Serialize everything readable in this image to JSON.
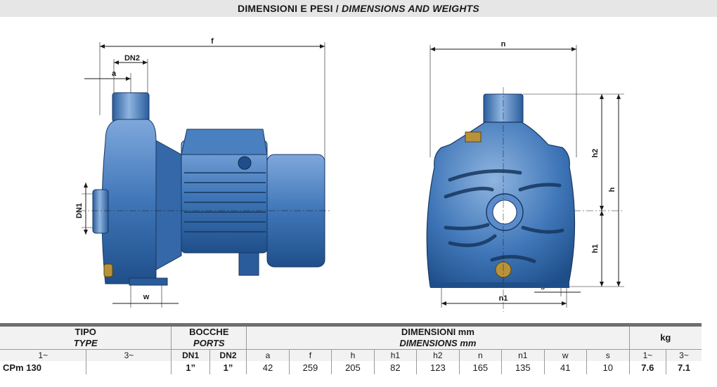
{
  "title": {
    "it": "DIMENSIONI E PESI",
    "sep": " / ",
    "en": "DIMENSIONS AND WEIGHTS"
  },
  "drawing": {
    "side_labels": {
      "f": "f",
      "dn2": "DN2",
      "a": "a",
      "dn1": "DN1",
      "w": "w"
    },
    "front_labels": {
      "n": "n",
      "h2": "h2",
      "h": "h",
      "h1": "h1",
      "s": "s",
      "n1": "n1"
    },
    "colors": {
      "pump_blue": "#3f76b8",
      "pump_dark": "#1f4f8a",
      "pump_light": "#8fb5e0"
    }
  },
  "table": {
    "groups": {
      "tipo": "TIPO",
      "type": "TYPE",
      "bocche": "BOCCHE",
      "ports": "PORTS",
      "dimensioni": "DIMENSIONI mm",
      "dimensions": "DIMENSIONS mm",
      "kg": "kg"
    },
    "sub": {
      "phase1": "1~",
      "phase3": "3~",
      "dn1": "DN1",
      "dn2": "DN2",
      "dims": [
        "a",
        "f",
        "h",
        "h1",
        "h2",
        "n",
        "n1",
        "w",
        "s"
      ],
      "kg1": "1~",
      "kg3": "3~"
    },
    "row": {
      "model": "CPm 130",
      "model3": "",
      "dn1": "1”",
      "dn2": "1”",
      "dims": [
        "42",
        "259",
        "205",
        "82",
        "123",
        "165",
        "135",
        "41",
        "10"
      ],
      "kg1": "7.6",
      "kg3": "7.1"
    }
  }
}
